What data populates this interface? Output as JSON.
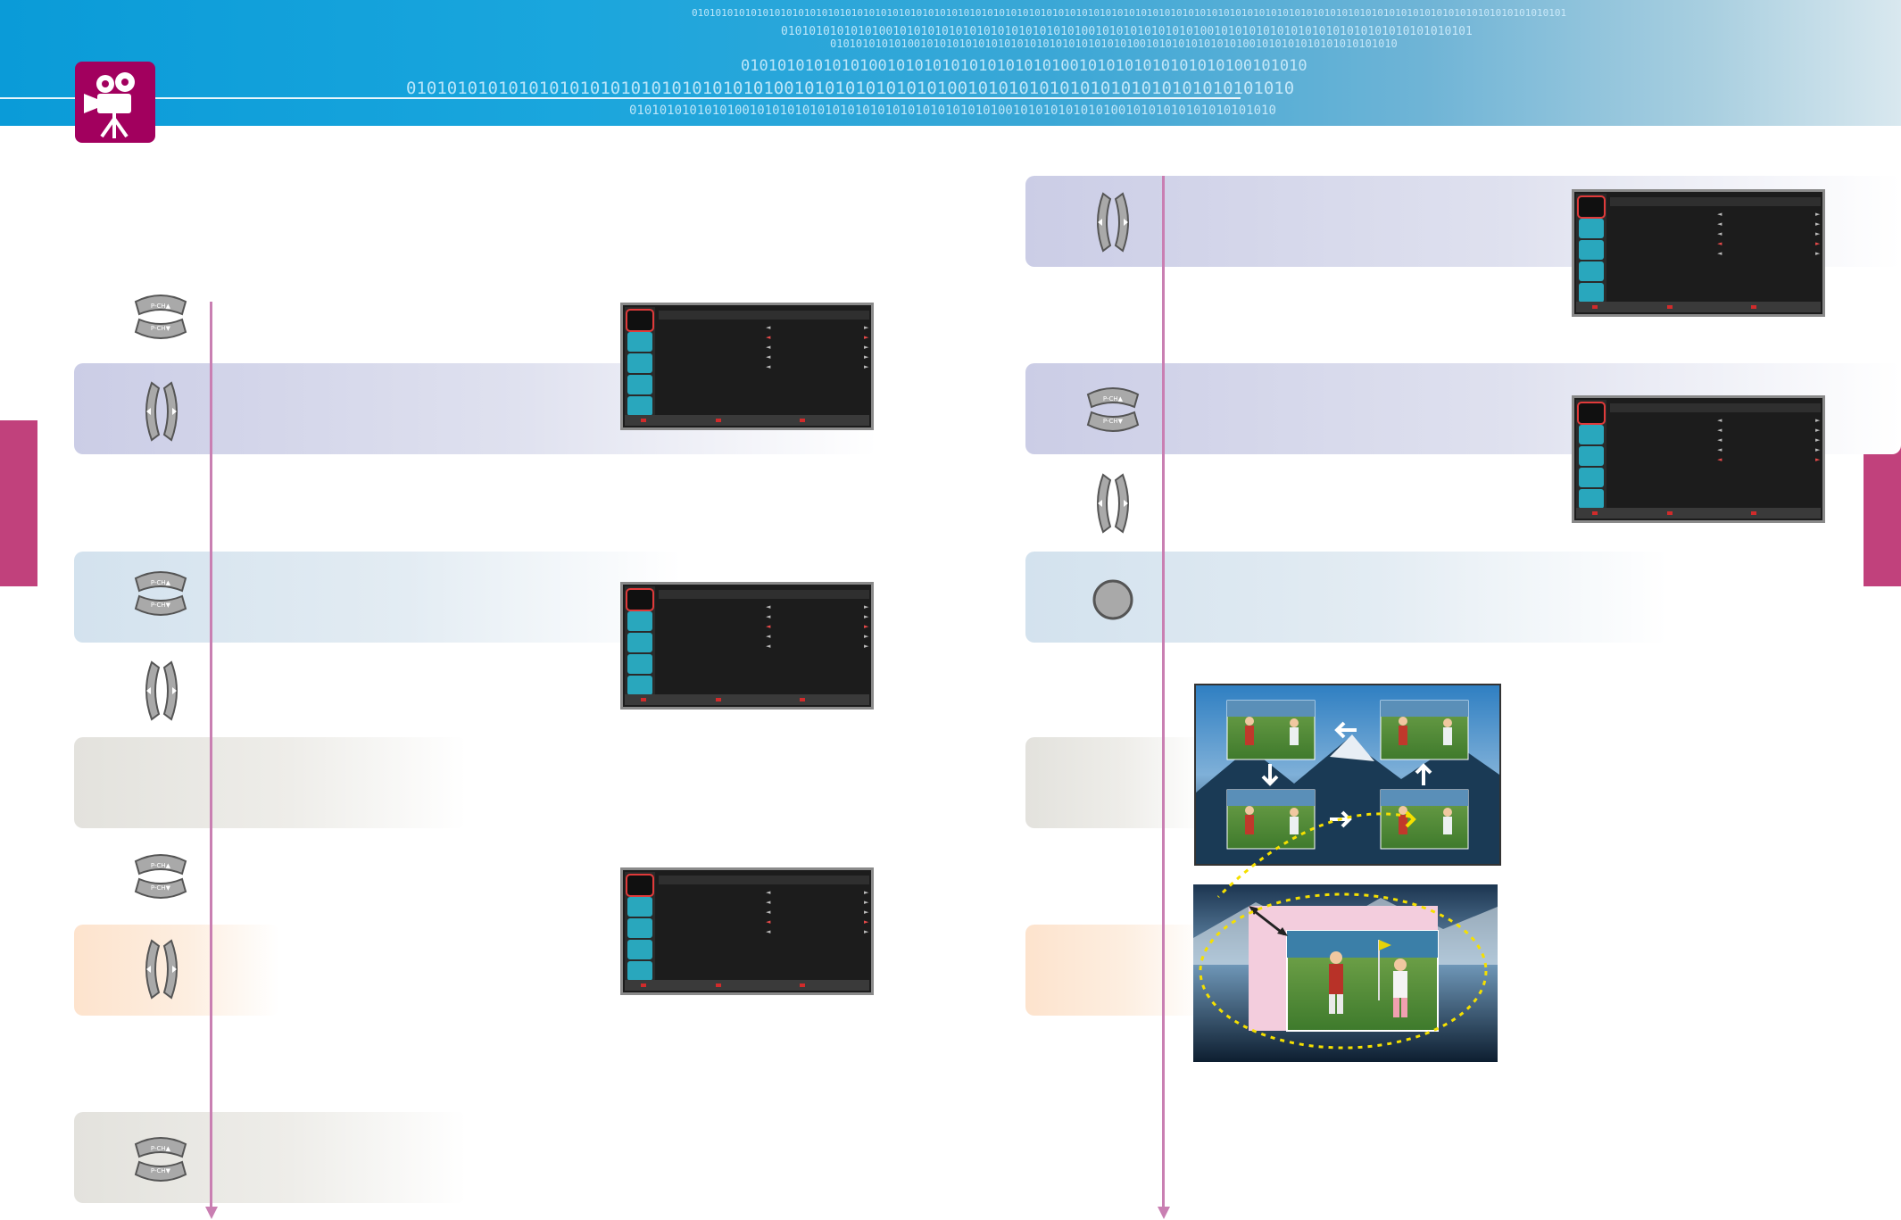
{
  "header": {
    "binary_lines": [
      "0101010101010101010101010101010101010101010101010101010101010101010101010101010101010101010101010101010101010101010101010101010101010101010101010101",
      "010101010101010010101010101010101010101010100101010101010101001010101010101010101010101010101010101",
      "0101010101010010101010101010101010101010101010100101010101010101001010101010101010101010",
      "01010101010101001010101010101010101001010101010101010100101010",
      "010101010101010101010101010101010101001010101010101010010101010101010101010101010101010",
      "01010101010101001010101010101010101010101010101010010101010101010010101010101010101010"
    ]
  },
  "buttons": {
    "up_label": "P-CH▲",
    "down_label": "P-CH▼"
  },
  "colors": {
    "header_blue": "#0a9bd8",
    "accent_magenta": "#a2005e",
    "tab_pink": "#c1417c",
    "flow_line": "#c97fb2",
    "osd_icon_cyan": "#29a7bd",
    "osd_highlight": "#e84a4a"
  },
  "icons": [
    "movie-camera-icon",
    "up-down-button-icon",
    "left-right-button-icon",
    "round-button-icon",
    "arrow-icon"
  ]
}
